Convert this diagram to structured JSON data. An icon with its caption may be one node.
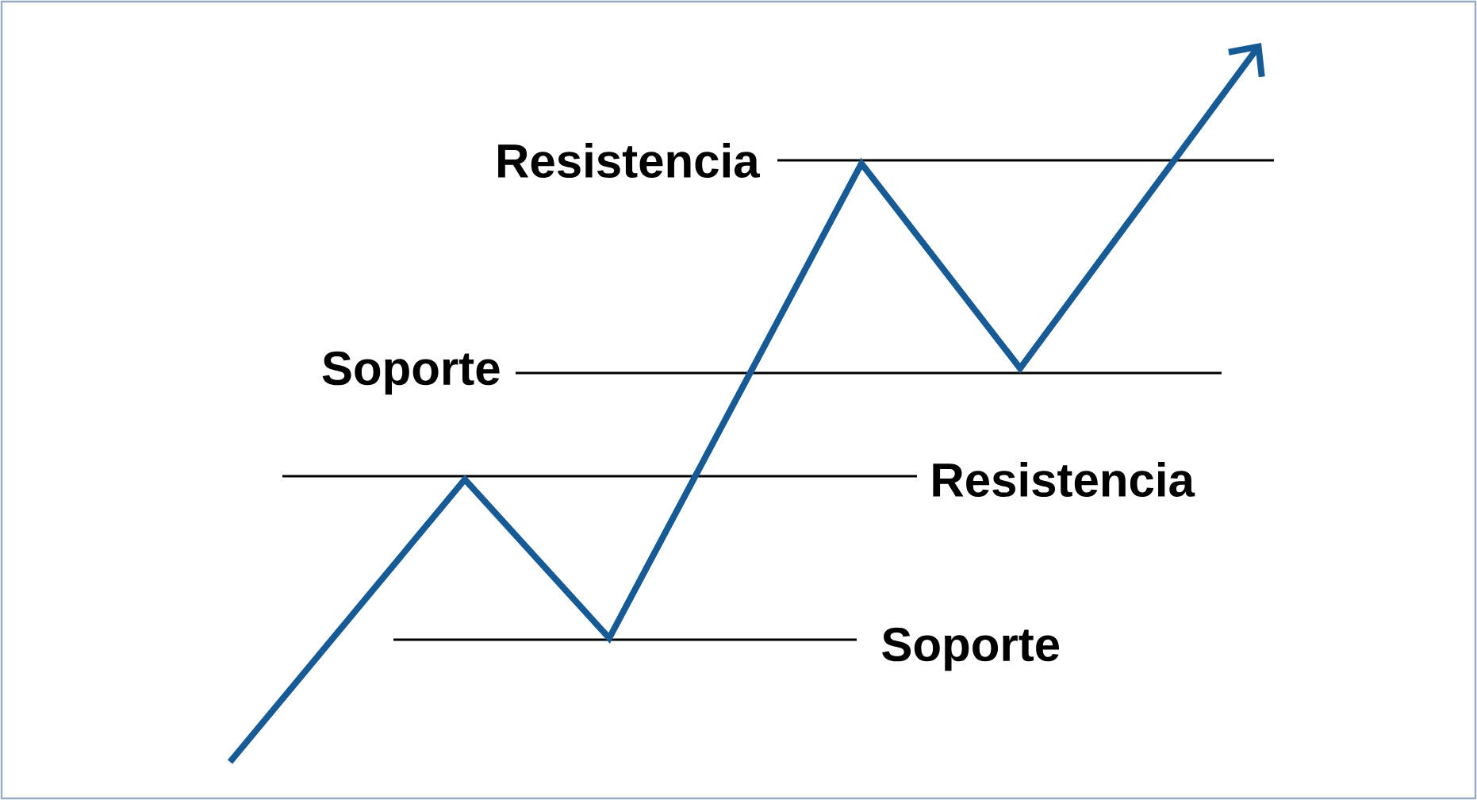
{
  "diagram": {
    "labels": [
      "Resistencia",
      "Soporte",
      "Resistencia",
      "Soporte"
    ]
  }
}
